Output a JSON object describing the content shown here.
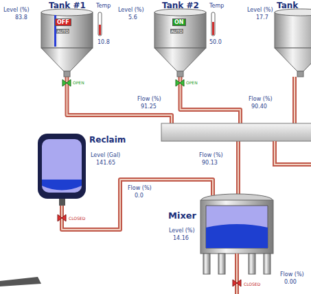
{
  "diagram": {
    "nodes": [
      {
        "text": [
          "Tank #1"
        ]
      },
      {
        "text": [
          "Tank #2"
        ]
      },
      {
        "text": [
          "Tank"
        ]
      },
      {
        "text": [
          "Reclaim"
        ]
      },
      {
        "text": [
          "Mixer"
        ]
      }
    ],
    "edges": [
      {
        "from": 0,
        "to": 4,
        "arrow": "none"
      },
      {
        "from": 1,
        "to": 4,
        "arrow": "none"
      },
      {
        "from": 2,
        "to": 4,
        "arrow": "none"
      },
      {
        "from": 3,
        "to": 4,
        "arrow": "none"
      }
    ],
    "labels": [
      "Level (%)",
      "83.8",
      "Temp",
      "10.8",
      "OFF",
      "AUTO",
      "Level (%)",
      "5.6",
      "Temp",
      "50.0",
      "ON",
      "AUTO",
      "Level (%)",
      "17.7",
      "OPEN",
      "OPEN",
      "Flow (%)",
      "91.25",
      "Flow (%)",
      "90.40",
      "Level (Gal)",
      "141.65",
      "Flow (%)",
      "0.0",
      "CLOSED",
      "Flow (%)",
      "90.13",
      "Level (%)",
      "14.16",
      "CLOSED",
      "Flow (%)",
      "0.00"
    ]
  }
}
